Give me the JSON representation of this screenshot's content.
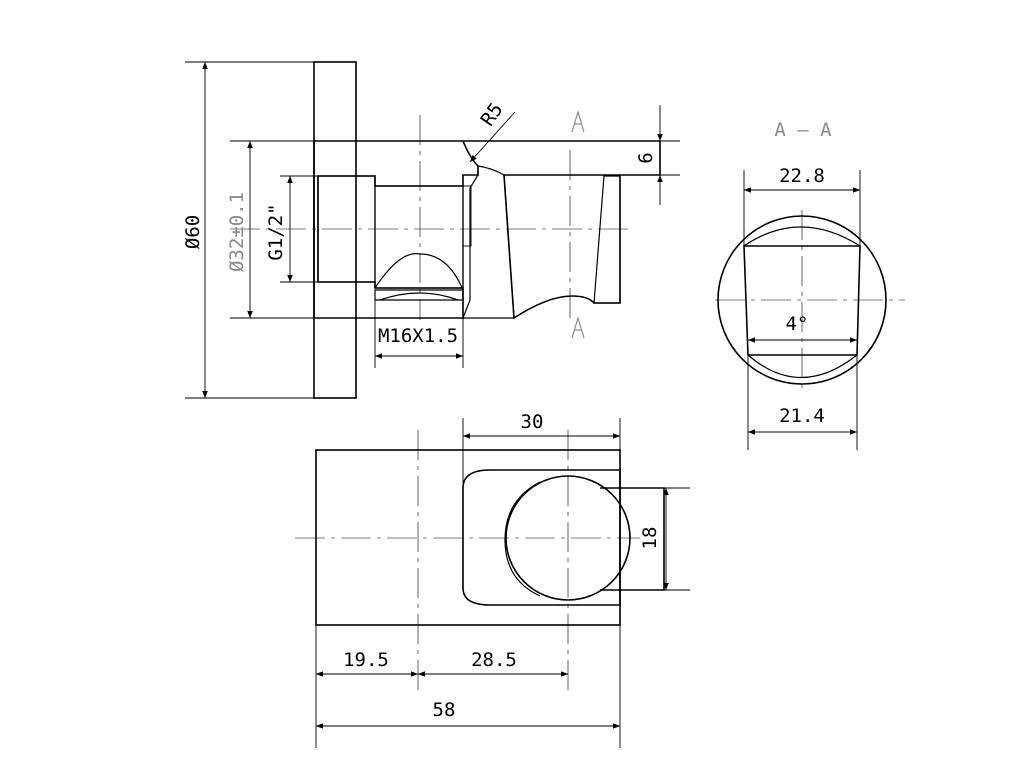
{
  "section_labels": {
    "mark": "A",
    "title": "A — A"
  },
  "dimensions": {
    "diameter_60": "Ø60",
    "diameter_32": "Ø32±0.1",
    "thread_g": "G1/2\"",
    "radius": "R5",
    "depth_6": "6",
    "thread_m": "M16X1.5",
    "width_22_8": "22.8",
    "angle_4": "4°",
    "width_21_4": "21.4",
    "width_30": "30",
    "height_18": "18",
    "len_19_5": "19.5",
    "len_28_5": "28.5",
    "len_58": "58"
  }
}
